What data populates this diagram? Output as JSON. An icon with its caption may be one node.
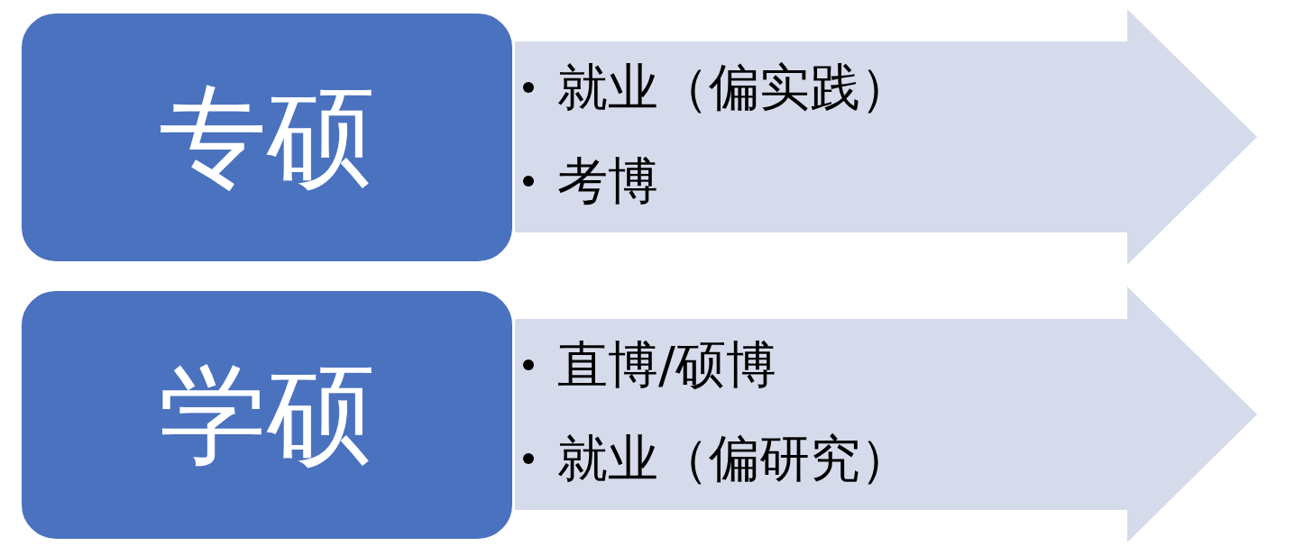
{
  "diagram": {
    "nodes": [
      {
        "text": [
          "专硕"
        ]
      },
      {
        "text": [
          "就业（偏实践）",
          "考博"
        ]
      },
      {
        "text": [
          "学硕"
        ]
      },
      {
        "text": [
          "直博/硕博",
          "就业（偏研究）"
        ]
      }
    ]
  }
}
